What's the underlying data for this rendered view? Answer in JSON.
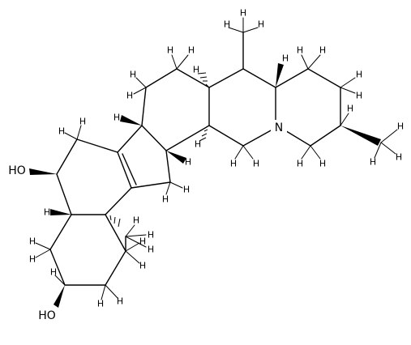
{
  "molecule": {
    "atom_labels": {
      "nitrogen": "N",
      "hydroxyl_top": "HO",
      "hydroxyl_bottom": "HO",
      "hydrogen": "H"
    }
  }
}
